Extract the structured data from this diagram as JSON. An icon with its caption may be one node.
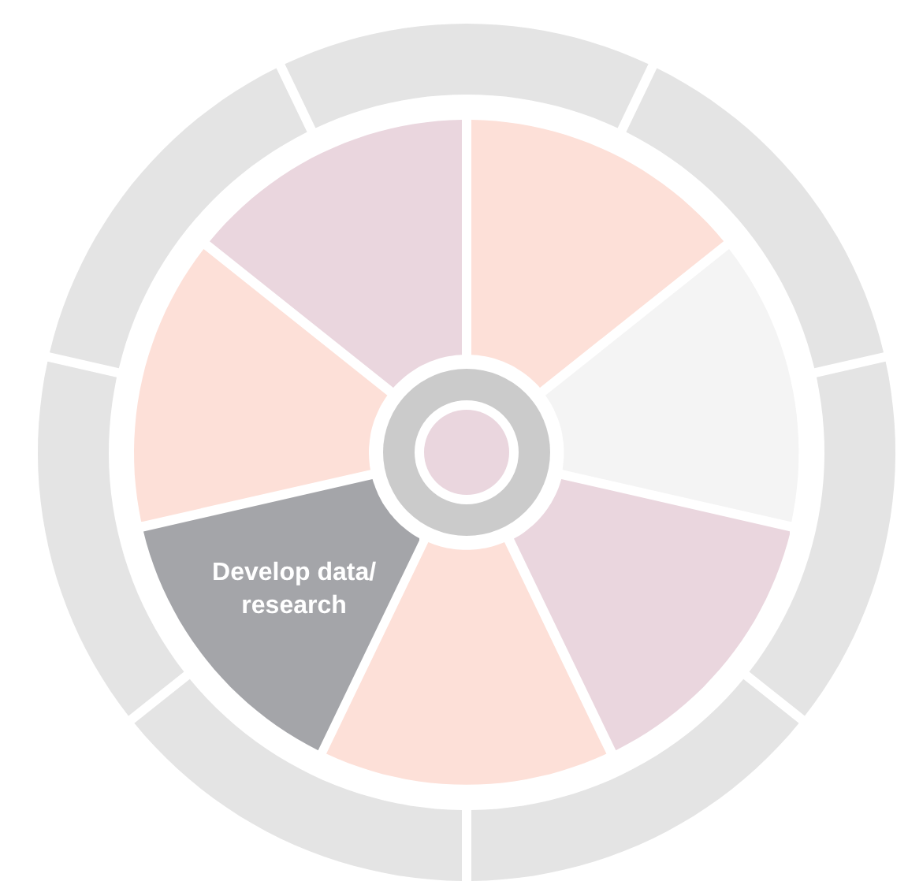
{
  "diagram": {
    "nodes": [
      {
        "text": [],
        "shape": "wedge"
      },
      {
        "text": [],
        "shape": "wedge"
      },
      {
        "text": [],
        "shape": "wedge"
      },
      {
        "text": [],
        "shape": "wedge"
      },
      {
        "text": [
          "Develop data/ research"
        ]
      },
      {
        "text": [],
        "shape": "wedge"
      },
      {
        "text": [],
        "shape": "wedge"
      }
    ]
  }
}
